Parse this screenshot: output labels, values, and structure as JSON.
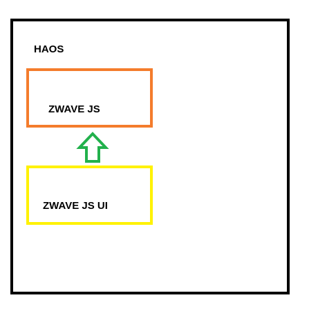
{
  "diagram": {
    "outer": {
      "label": "HAOS",
      "border_color": "#000000"
    },
    "top_box": {
      "label": "ZWAVE JS",
      "border_color": "#F47C2C"
    },
    "bottom_box": {
      "label": "ZWAVE JS UI",
      "border_color": "#FFF200"
    },
    "arrow": {
      "direction": "up",
      "color": "#22B14C",
      "icon": "up-arrow-icon"
    }
  }
}
